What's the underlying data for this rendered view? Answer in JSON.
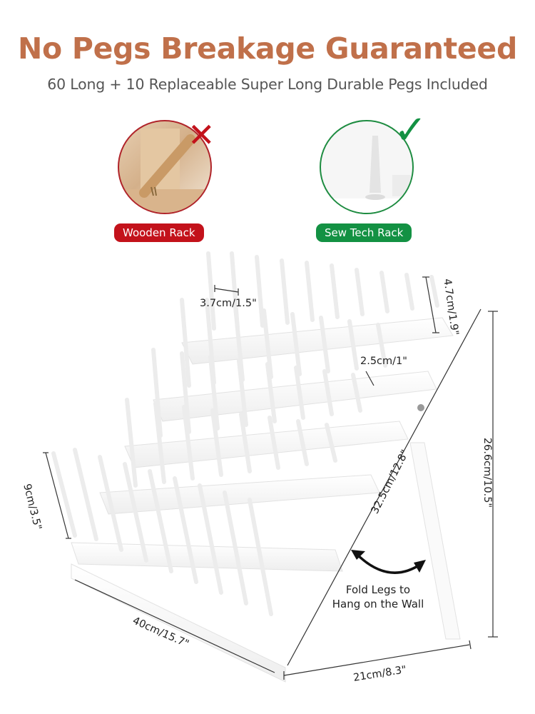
{
  "header": {
    "title": "No Pegs Breakage Guaranteed",
    "subtitle": "60 Long + 10 Replaceable Super Long Durable Pegs Included"
  },
  "comparison": {
    "bad": {
      "label": "Wooden Rack",
      "mark": "✕",
      "color": "#C3121B"
    },
    "good": {
      "label": "Sew Tech Rack",
      "mark": "✓",
      "color": "#139143"
    }
  },
  "dimensions": {
    "peg_spacing": "3.7cm/1.5\"",
    "short_peg_height": "4.7cm/1.9\"",
    "row_gap": "2.5cm/1\"",
    "long_peg_height": "9cm/3.5\"",
    "total_height": "26.6cm/10.5\"",
    "diagonal_length": "32.5cm/12.8\"",
    "width": "40cm/15.7\"",
    "depth": "21cm/8.3\""
  },
  "annotation": {
    "fold_line1": "Fold Legs to",
    "fold_line2": "Hang on the Wall"
  },
  "colors": {
    "title": "#C0704A",
    "subtitle": "#555555",
    "bad": "#C3121B",
    "good": "#139143"
  }
}
